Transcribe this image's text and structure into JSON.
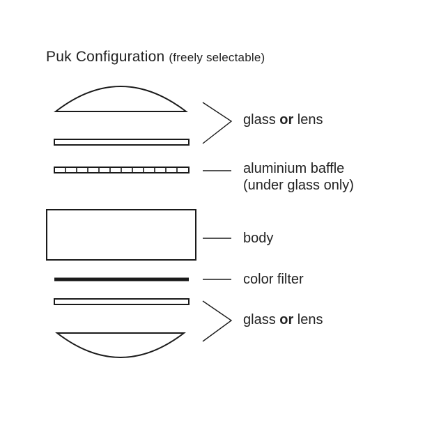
{
  "title": {
    "main": "Puk Configuration",
    "note": "(freely selectable)"
  },
  "labels": {
    "top_glass": {
      "pre": "glass ",
      "bold": "or",
      "post": " lens"
    },
    "baffle": {
      "line1": "aluminium baffle",
      "line2": "(under glass only)"
    },
    "body": "body",
    "filter": "color filter",
    "bottom_glass": {
      "pre": "glass ",
      "bold": "or",
      "post": " lens"
    }
  },
  "colors": {
    "stroke": "#1a1a1a",
    "text": "#222222"
  }
}
